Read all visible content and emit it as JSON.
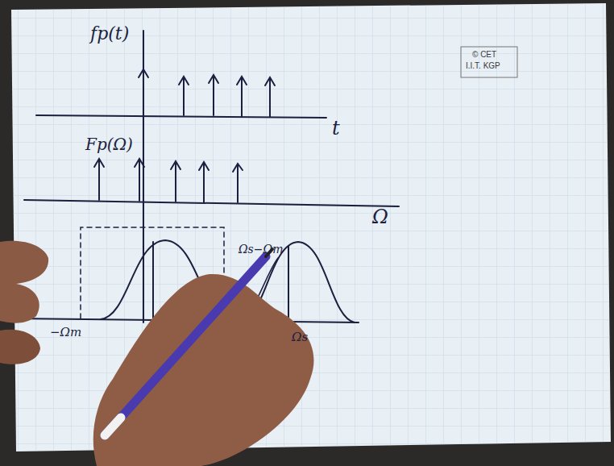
{
  "diagram": {
    "labels": [
      "fp(t)",
      "t",
      "Fp(Ω)",
      "Ω",
      "−Ωm",
      "Ωs−Ωm",
      "Ωs",
      "© CET",
      "I.I.T. KGP"
    ]
  }
}
